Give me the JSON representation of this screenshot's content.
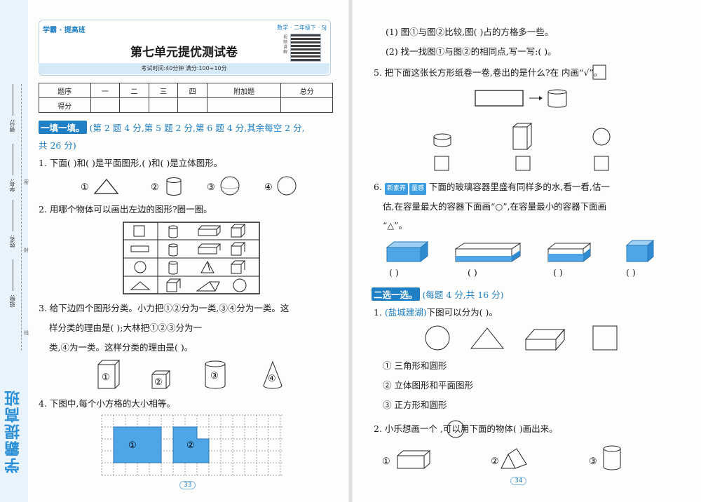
{
  "header": {
    "brand": "学霸 · 提高班",
    "grade": "数学 · 二年级下 · SJ",
    "title": "第七单元提优测试卷",
    "info": "考试时间:40分钟    满分:100+10分",
    "qr_label": "视频讲解"
  },
  "binding": {
    "brand": "学霸提高班",
    "fields": [
      "得分:",
      "学号:",
      "姓名:",
      "班级:"
    ],
    "cut_words": [
      "密",
      "封",
      "线"
    ]
  },
  "score_table": {
    "header": [
      "题序",
      "一",
      "二",
      "三",
      "四",
      "附加题",
      "总分"
    ],
    "row_label": "得分"
  },
  "section1": {
    "tag": "一填一填。",
    "note": "(第 2 题 4 分,第 5 题 2 分,第 6 题 4 分,其余每空 2 分,",
    "note2": "共 26 分)"
  },
  "q1": {
    "text": "1. 下面(     )和(     )是平面图形,(     )和(     )是立体图形。",
    "labels": [
      "①",
      "②",
      "③",
      "④"
    ]
  },
  "q2": {
    "text": "2. 用哪个物体可以画出左边的图形?圈一圈。"
  },
  "q3": {
    "line1": "3. 给下边四个图形分类。小力把①②分为一类,③④分为一类。这",
    "line2": "样分类的理由是(                          );大林把①②③分为一",
    "line3": "类,④为一类。这样分类的理由是(                          )。",
    "labels": [
      "①",
      "②",
      "③",
      "④"
    ]
  },
  "q4": {
    "text": "4. 下图中,每个小方格的大小相等。",
    "labels": [
      "①",
      "②"
    ],
    "sub1": "(1) 图①与图②比较,图(     )占的方格多一些。",
    "sub2": "(2) 找一找图①与图②的相同点,写一写:(                              )。"
  },
  "q5": {
    "text": "5. 把下面这张长方形纸卷一卷,卷出的是什么?在       内画“√”。"
  },
  "q6": {
    "badge1": "新素养",
    "badge2": "量感",
    "line1": "下面的玻璃容器里盛有同样多的水,看一看,估一",
    "line2": "估,在容量最大的容器下面画“○”,在容量最小的容器下面画",
    "line3": "“△”。",
    "blanks": [
      "(     )",
      "(     )",
      "(     )",
      "(     )"
    ]
  },
  "section2": {
    "tag": "二选一选。",
    "note": "(每题 4 分,共 16 分)"
  },
  "c1": {
    "prefix": "1. ",
    "source": "(盐城建湖)",
    "text": "下图可以分为(     )。",
    "options": [
      "① 三角形和圆形",
      "② 立体图形和平面图形",
      "③ 正方形和圆形"
    ]
  },
  "c2": {
    "text": "2. 小乐想画一个      ,可以用下面的物体(     )画出来。",
    "labels": [
      "①",
      "②",
      "③"
    ]
  },
  "page_numbers": [
    "33",
    "34"
  ],
  "colors": {
    "accent": "#1e7fc4",
    "fill": "#4fa6e6",
    "fill_light": "#9fd0f3"
  }
}
